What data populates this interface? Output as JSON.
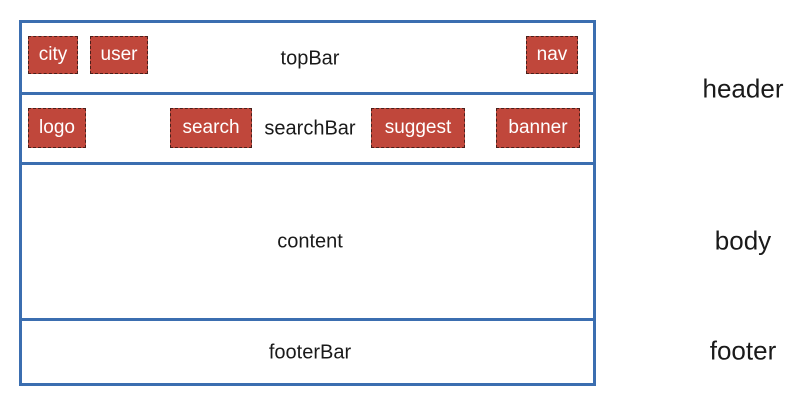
{
  "diagram": {
    "top_bar": {
      "label": "topBar",
      "items": [
        "city",
        "user",
        "nav"
      ]
    },
    "search_bar": {
      "label": "searchBar",
      "items": [
        "logo",
        "search",
        "suggest",
        "banner"
      ]
    },
    "content": {
      "label": "content"
    },
    "footer_bar": {
      "label": "footerBar"
    }
  },
  "regions": {
    "header": "header",
    "body": "body",
    "footer": "footer"
  },
  "colors": {
    "frame_border": "#3b6eb0",
    "component_fill": "#c0473b",
    "component_text": "#ffffff"
  }
}
